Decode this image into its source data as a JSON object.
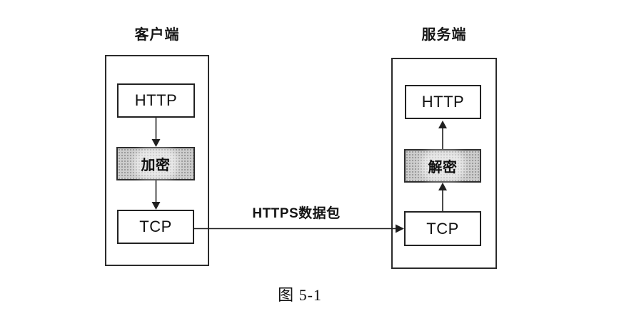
{
  "figure": {
    "caption": "图 5-1",
    "connection_label": "HTTPS数据包",
    "client": {
      "title": "客户端",
      "layers": {
        "http": "HTTP",
        "crypto": "加密",
        "tcp": "TCP"
      }
    },
    "server": {
      "title": "服务端",
      "layers": {
        "http": "HTTP",
        "crypto": "解密",
        "tcp": "TCP"
      }
    },
    "colors": {
      "background": "#ffffff",
      "line": "#1f1f1f",
      "shaded_fill": "#cdcdcd",
      "shaded_dot": "#8d8d8d"
    }
  }
}
